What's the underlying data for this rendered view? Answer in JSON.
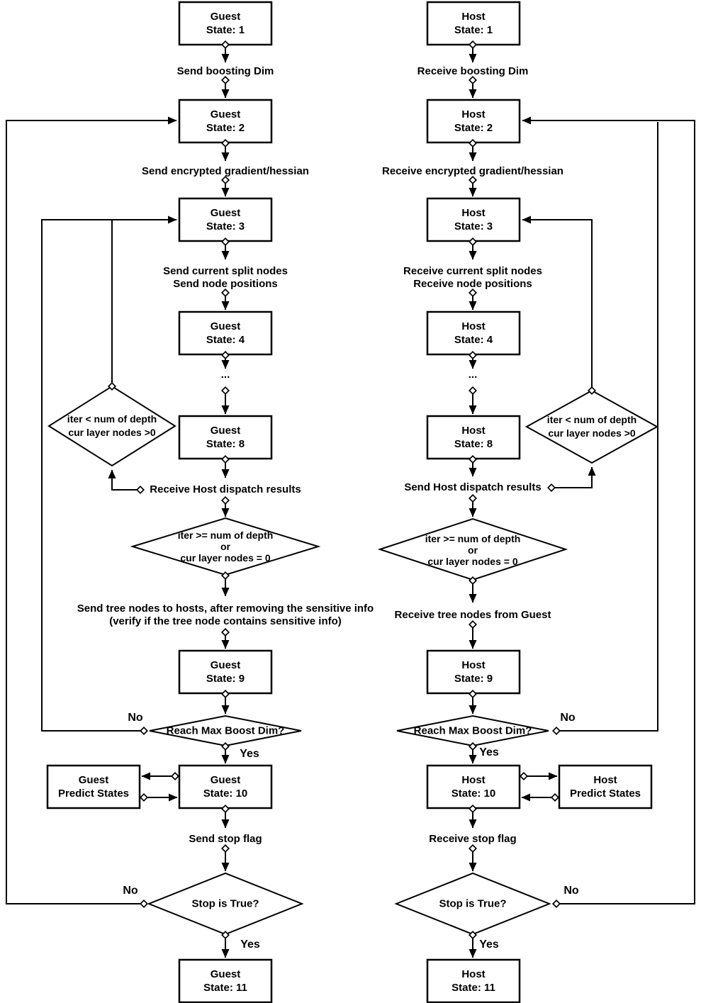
{
  "guest": {
    "name": "Guest",
    "states": {
      "s1": "State: 1",
      "s2": "State: 2",
      "s3": "State: 3",
      "s4": "State: 4",
      "s8": "State: 8",
      "s9": "State: 9",
      "s10": "State: 10",
      "s11": "State: 11"
    },
    "predict_line1": "Guest",
    "predict_line2": "Predict States",
    "edges": {
      "boost_dim": "Send boosting Dim",
      "grad_hess": "Send encrypted gradient/hessian",
      "split_1": "Send current split nodes",
      "split_2": "Send node positions",
      "ellipsis": "...",
      "dispatch": "Receive Host dispatch results",
      "tree_1": "Send tree nodes to hosts, after removing the sensitive info",
      "tree_2": "(verify if the tree node contains sensitive info)",
      "stop_flag": "Send stop flag"
    },
    "decisions": {
      "loop_1": "iter < num of depth",
      "loop_2": "cur layer nodes >0",
      "exit_1": "iter >= num of depth",
      "exit_2": "or",
      "exit_3": "cur layer nodes = 0",
      "max_boost": "Reach Max Boost Dim?",
      "stop": "Stop is True?"
    }
  },
  "host": {
    "name": "Host",
    "states": {
      "s1": "State: 1",
      "s2": "State: 2",
      "s3": "State: 3",
      "s4": "State: 4",
      "s8": "State: 8",
      "s9": "State: 9",
      "s10": "State: 10",
      "s11": "State: 11"
    },
    "predict_line1": "Host",
    "predict_line2": "Predict States",
    "edges": {
      "boost_dim": "Receive boosting Dim",
      "grad_hess": "Receive encrypted gradient/hessian",
      "split_1": "Receive current split nodes",
      "split_2": "Receive node positions",
      "ellipsis": "...",
      "dispatch": "Send Host dispatch results",
      "tree_1": "Receive tree nodes from Guest",
      "stop_flag": "Receive stop flag"
    },
    "decisions": {
      "loop_1": "iter < num of depth",
      "loop_2": "cur layer nodes >0",
      "exit_1": "iter >= num of depth",
      "exit_2": "or",
      "exit_3": "cur layer nodes = 0",
      "max_boost": "Reach Max Boost Dim?",
      "stop": "Stop is True?"
    }
  },
  "branch_labels": {
    "yes": "Yes",
    "no": "No"
  },
  "colors": {
    "line": "#000000",
    "background": "#ffffff",
    "box_fill": "#ffffff",
    "text": "#000000"
  }
}
